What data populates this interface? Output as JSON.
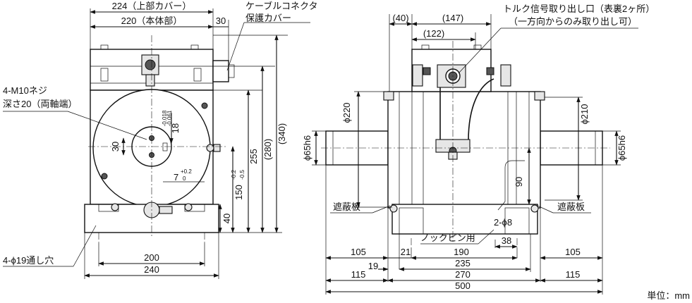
{
  "side_view": {
    "dims": {
      "cover_width": "224（上部カバー）",
      "body_width": "220（本体部）",
      "cover_extension": "30",
      "bolt_circle": "30",
      "shaft_tol_main": "18",
      "shaft_tol_upper": "-0.018",
      "shaft_tol_lower": "-0.061",
      "key_main": "7",
      "key_tol_upper": "+0.2",
      "key_tol_lower": "0",
      "height_255": "255",
      "height_280": "(280)",
      "height_340": "(340)",
      "center_main": "150",
      "center_tol_upper": "-0.2",
      "center_tol_lower": "-0.5",
      "base_height": "40",
      "base_200": "200",
      "base_240": "240"
    },
    "labels": {
      "cable_cover_line1": "ケーブルコネクタ",
      "cable_cover_line2": "保護カバー",
      "screw_line1": "4-M10ネジ",
      "screw_line2": "深さ20（両軸端）",
      "mount_hole": "4-ϕ19通し穴"
    }
  },
  "front_view": {
    "dims": {
      "d40": "(40)",
      "d147": "(147)",
      "d122": "(122)",
      "phi220": "ϕ220",
      "phi210": "ϕ210",
      "phi65_left": "ϕ65h6",
      "phi65_right": "ϕ65h6",
      "d90": "90",
      "d105_left": "105",
      "d21": "21",
      "d190": "190",
      "d38": "38",
      "d105_right": "105",
      "d19": "19",
      "d235": "235",
      "d115_left": "115",
      "d270": "270",
      "d115_right": "115",
      "d500": "500"
    },
    "labels": {
      "torque_line1": "トルク信号取り出し口（表裏2ヶ所）",
      "torque_line2": "（一方向からのみ取り出し可）",
      "shield_left": "遮蔽板",
      "shield_right": "遮蔽板",
      "dowel_line1": "2-ϕ8",
      "dowel_line2": "ノックピン用"
    }
  },
  "unit_label": "単位：mm"
}
